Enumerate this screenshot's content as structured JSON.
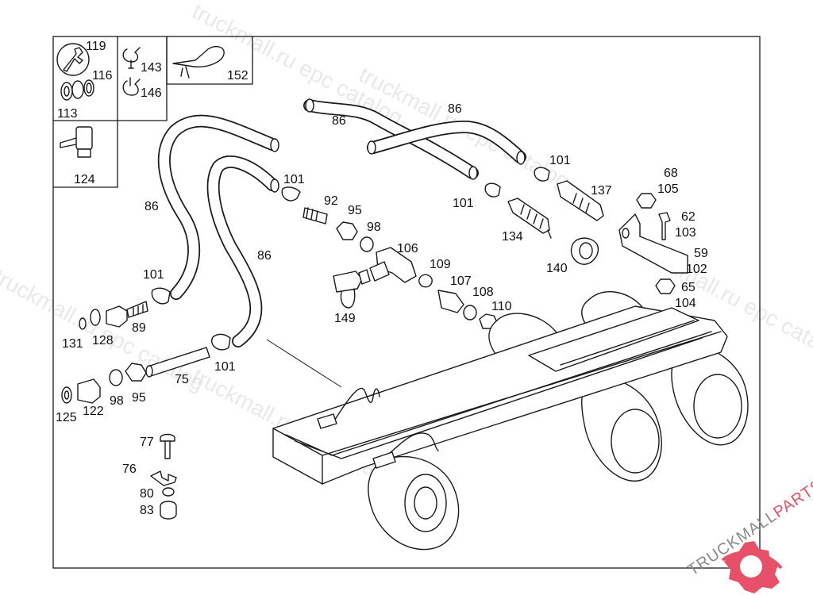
{
  "watermarks": [
    "truckmall.ru epc catalog",
    "truckmall.ru epc catalog",
    "truckmall.ru epc catalog",
    "truckmall.ru epc catalog",
    "truckmall.ru epc catalog"
  ],
  "logo": {
    "part1": "TRUCKMALL",
    "part2": "PARTS",
    "color_dark": "#8a8a8a",
    "color_accent": "#e8506a"
  },
  "callouts": {
    "c119": "119",
    "c116": "116",
    "c113": "113",
    "c143": "143",
    "c146": "146",
    "c152": "152",
    "c124": "124",
    "c86a": "86",
    "c86b": "86",
    "c86c": "86",
    "c86d": "86",
    "c101a": "101",
    "c101b": "101",
    "c101c": "101",
    "c101d": "101",
    "c101e": "101",
    "c92": "92",
    "c95a": "95",
    "c98a": "98",
    "c106": "106",
    "c109": "109",
    "c107": "107",
    "c108": "108",
    "c110": "110",
    "c149": "149",
    "c137": "137",
    "c134": "134",
    "c140": "140",
    "c68": "68",
    "c105": "105",
    "c62": "62",
    "c103": "103",
    "c59": "59",
    "c102": "102",
    "c65": "65",
    "c104": "104",
    "c89": "89",
    "c128": "128",
    "c131": "131",
    "c75": "75",
    "c125": "125",
    "c122": "122",
    "c98b": "98",
    "c95b": "95",
    "c77": "77",
    "c76": "76",
    "c80": "80",
    "c83": "83"
  }
}
